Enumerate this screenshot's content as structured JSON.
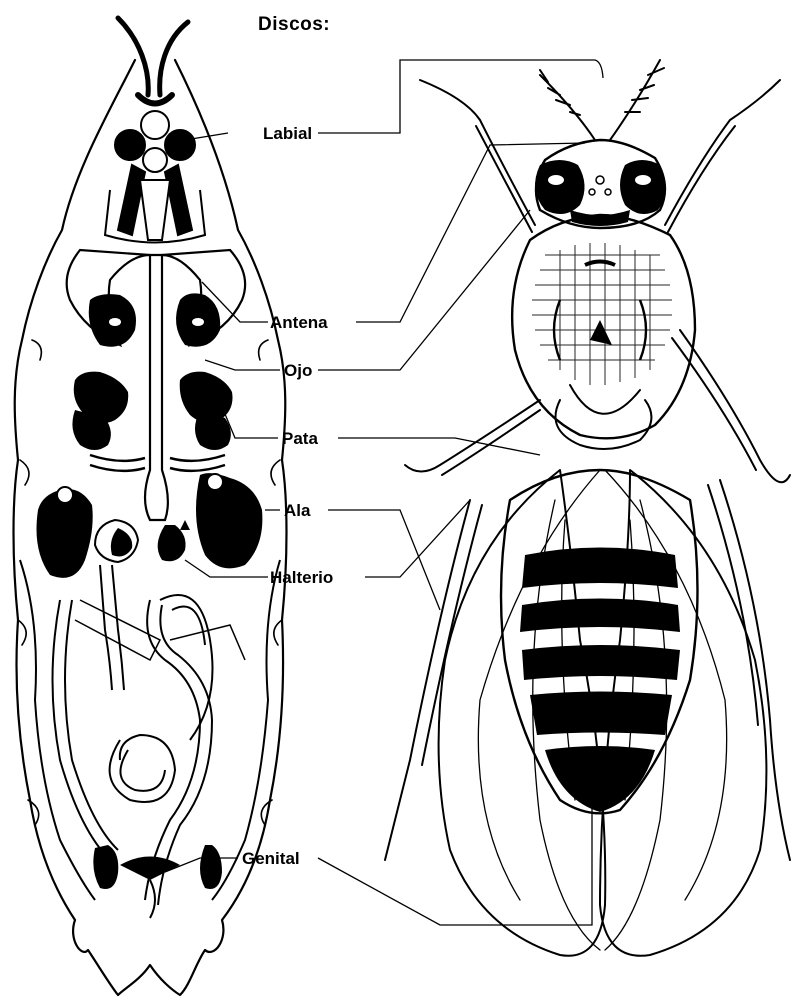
{
  "heading": "Discos:",
  "labels": {
    "labial": "Labial",
    "antena": "Antena",
    "ojo": "Ojo",
    "pata": "Pata",
    "ala": "Ala",
    "halterio": "Halterio",
    "genital": "Genital"
  },
  "colors": {
    "ink": "#000000",
    "paper": "#ffffff"
  }
}
